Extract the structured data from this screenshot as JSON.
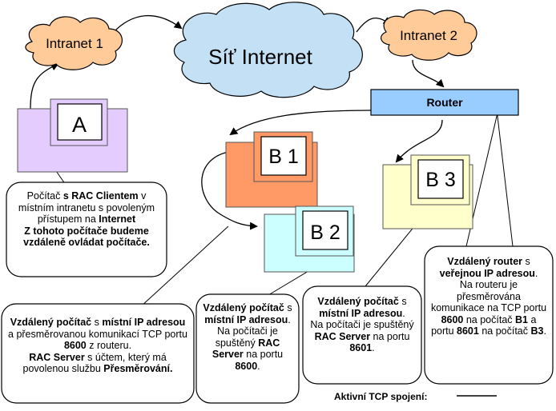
{
  "clouds": {
    "intranet1": "Intranet 1",
    "internet": "Síť Internet",
    "intranet2": "Intranet 2"
  },
  "router": {
    "label": "Router"
  },
  "computers": {
    "a": "A",
    "b1": "B 1",
    "b2": "B 2",
    "b3": "B 3"
  },
  "callouts": {
    "a": {
      "t1": "Počítač ",
      "t2": "s RAC Clientem",
      "t3": " v místním intranetu s povoleným přístupem na ",
      "t4": "Internet",
      "t5": "Z tohoto počítače budeme vzdáleně ovládat počítače."
    },
    "b1": {
      "t1": "Vzdálený počítač",
      "t2": " s ",
      "t3": "místní IP adresou",
      "t4": " a přesměrovanou komunikací TCP portu ",
      "t5": "8600",
      "t6": " z routeru.",
      "t7": "RAC Server",
      "t8": " s účtem, který má povolenou službu ",
      "t9": "Přesměrování."
    },
    "b2": {
      "t1": "Vzdálený počítač",
      "t2": " s ",
      "t3": "místní IP adresou",
      "t4": ".",
      "t5": "Na počítači je spuštěný ",
      "t6": "RAC Server",
      "t7": " na portu ",
      "t8": "8600",
      "t9": "."
    },
    "b3": {
      "t1": "Vzdálený počítač",
      "t2": " s ",
      "t3": "místní IP adresou",
      "t4": ".",
      "t5": "Na počítači je spuštěný ",
      "t6": "RAC Server",
      "t7": " na portu ",
      "t8": "8601",
      "t9": "."
    },
    "router": {
      "t1": "Vzdálený ",
      "t2": "router",
      "t3": " s ",
      "t4": "veřejnou IP adresou",
      "t5": ".",
      "t6": "Na routeru je přesměrována komunikace na TCP portu ",
      "t7": "8600",
      "t8": " na počítač ",
      "t9": "B1",
      "t10": " a portu ",
      "t11": "8601",
      "t12": " na počítač ",
      "t13": "B3",
      "t14": "."
    }
  },
  "legend": {
    "label": "Aktivní TCP spojení:"
  },
  "colors": {
    "cloud_orange": "#ffcc99",
    "cloud_blue": "#c3e0f5",
    "router_fill": "#99ccff",
    "pc_a": "#e5ccff",
    "pc_b1": "#ff9966",
    "pc_b2": "#ccffff",
    "pc_b3": "#ffffcc"
  }
}
